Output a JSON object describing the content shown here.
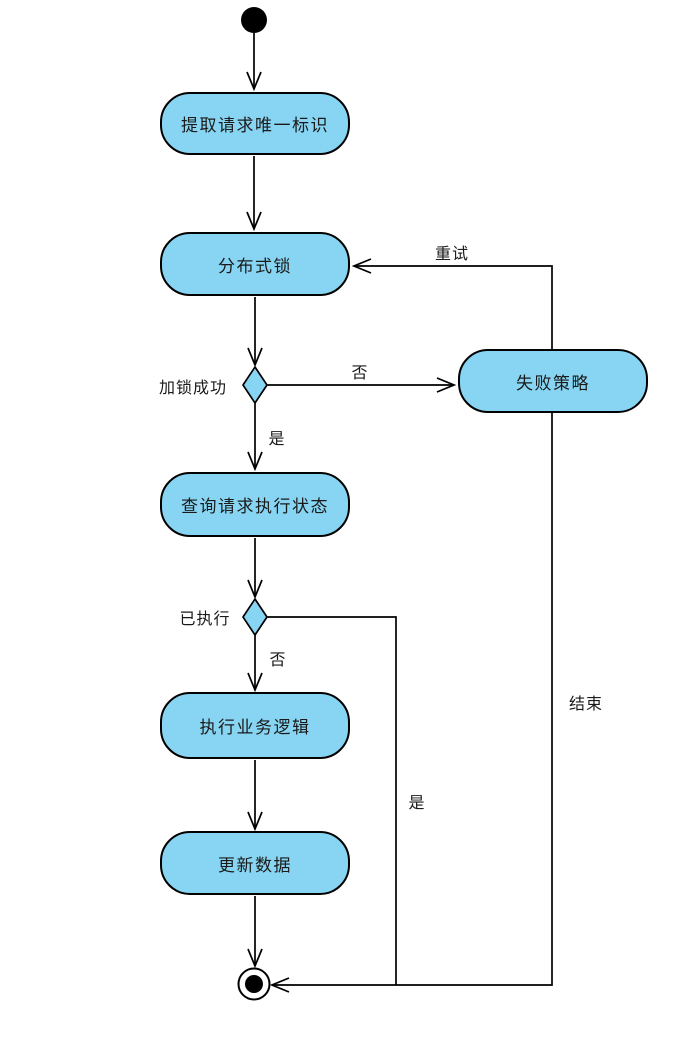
{
  "diagram": {
    "type": "uml-activity-flowchart",
    "nodes": {
      "start": {
        "kind": "initial-node"
      },
      "extract": {
        "label": "提取请求唯一标识"
      },
      "lock": {
        "label": "分布式锁"
      },
      "decision_lock": {
        "guard_label": "加锁成功"
      },
      "fail_strategy": {
        "label": "失败策略"
      },
      "query_status": {
        "label": "查询请求执行状态"
      },
      "decision_executed": {
        "guard_label": "已执行"
      },
      "exec_logic": {
        "label": "执行业务逻辑"
      },
      "update_data": {
        "label": "更新数据"
      },
      "end": {
        "kind": "final-node"
      }
    },
    "edge_labels": {
      "retry": "重试",
      "lock_no": "否",
      "lock_yes": "是",
      "executed_no": "否",
      "executed_yes": "是",
      "finish": "结束"
    },
    "colors": {
      "node_fill": "#87D5F2",
      "node_stroke": "#000000",
      "line": "#000000",
      "background": "#FFFFFF"
    }
  }
}
